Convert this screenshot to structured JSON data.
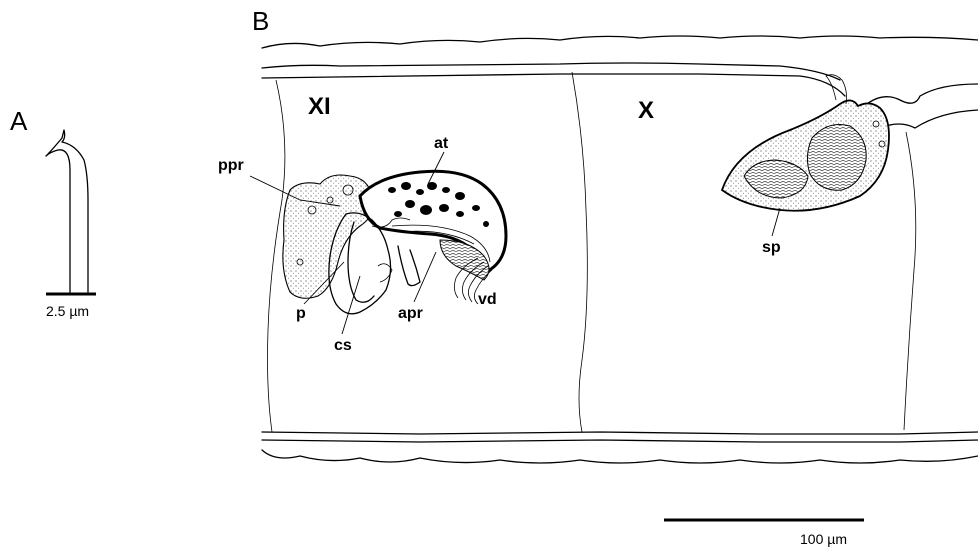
{
  "panels": {
    "a": "A",
    "b": "B"
  },
  "segments": {
    "xi": "XI",
    "x": "X"
  },
  "labels": {
    "ppr": "ppr",
    "at": "at",
    "p": "p",
    "cs": "cs",
    "apr": "apr",
    "vd": "vd",
    "sp": "sp"
  },
  "scale_bars": {
    "small": "2.5 µm",
    "large": "100 µm"
  },
  "colors": {
    "ink": "#000000",
    "paper": "#ffffff",
    "stipple": "#d9d9d9"
  }
}
